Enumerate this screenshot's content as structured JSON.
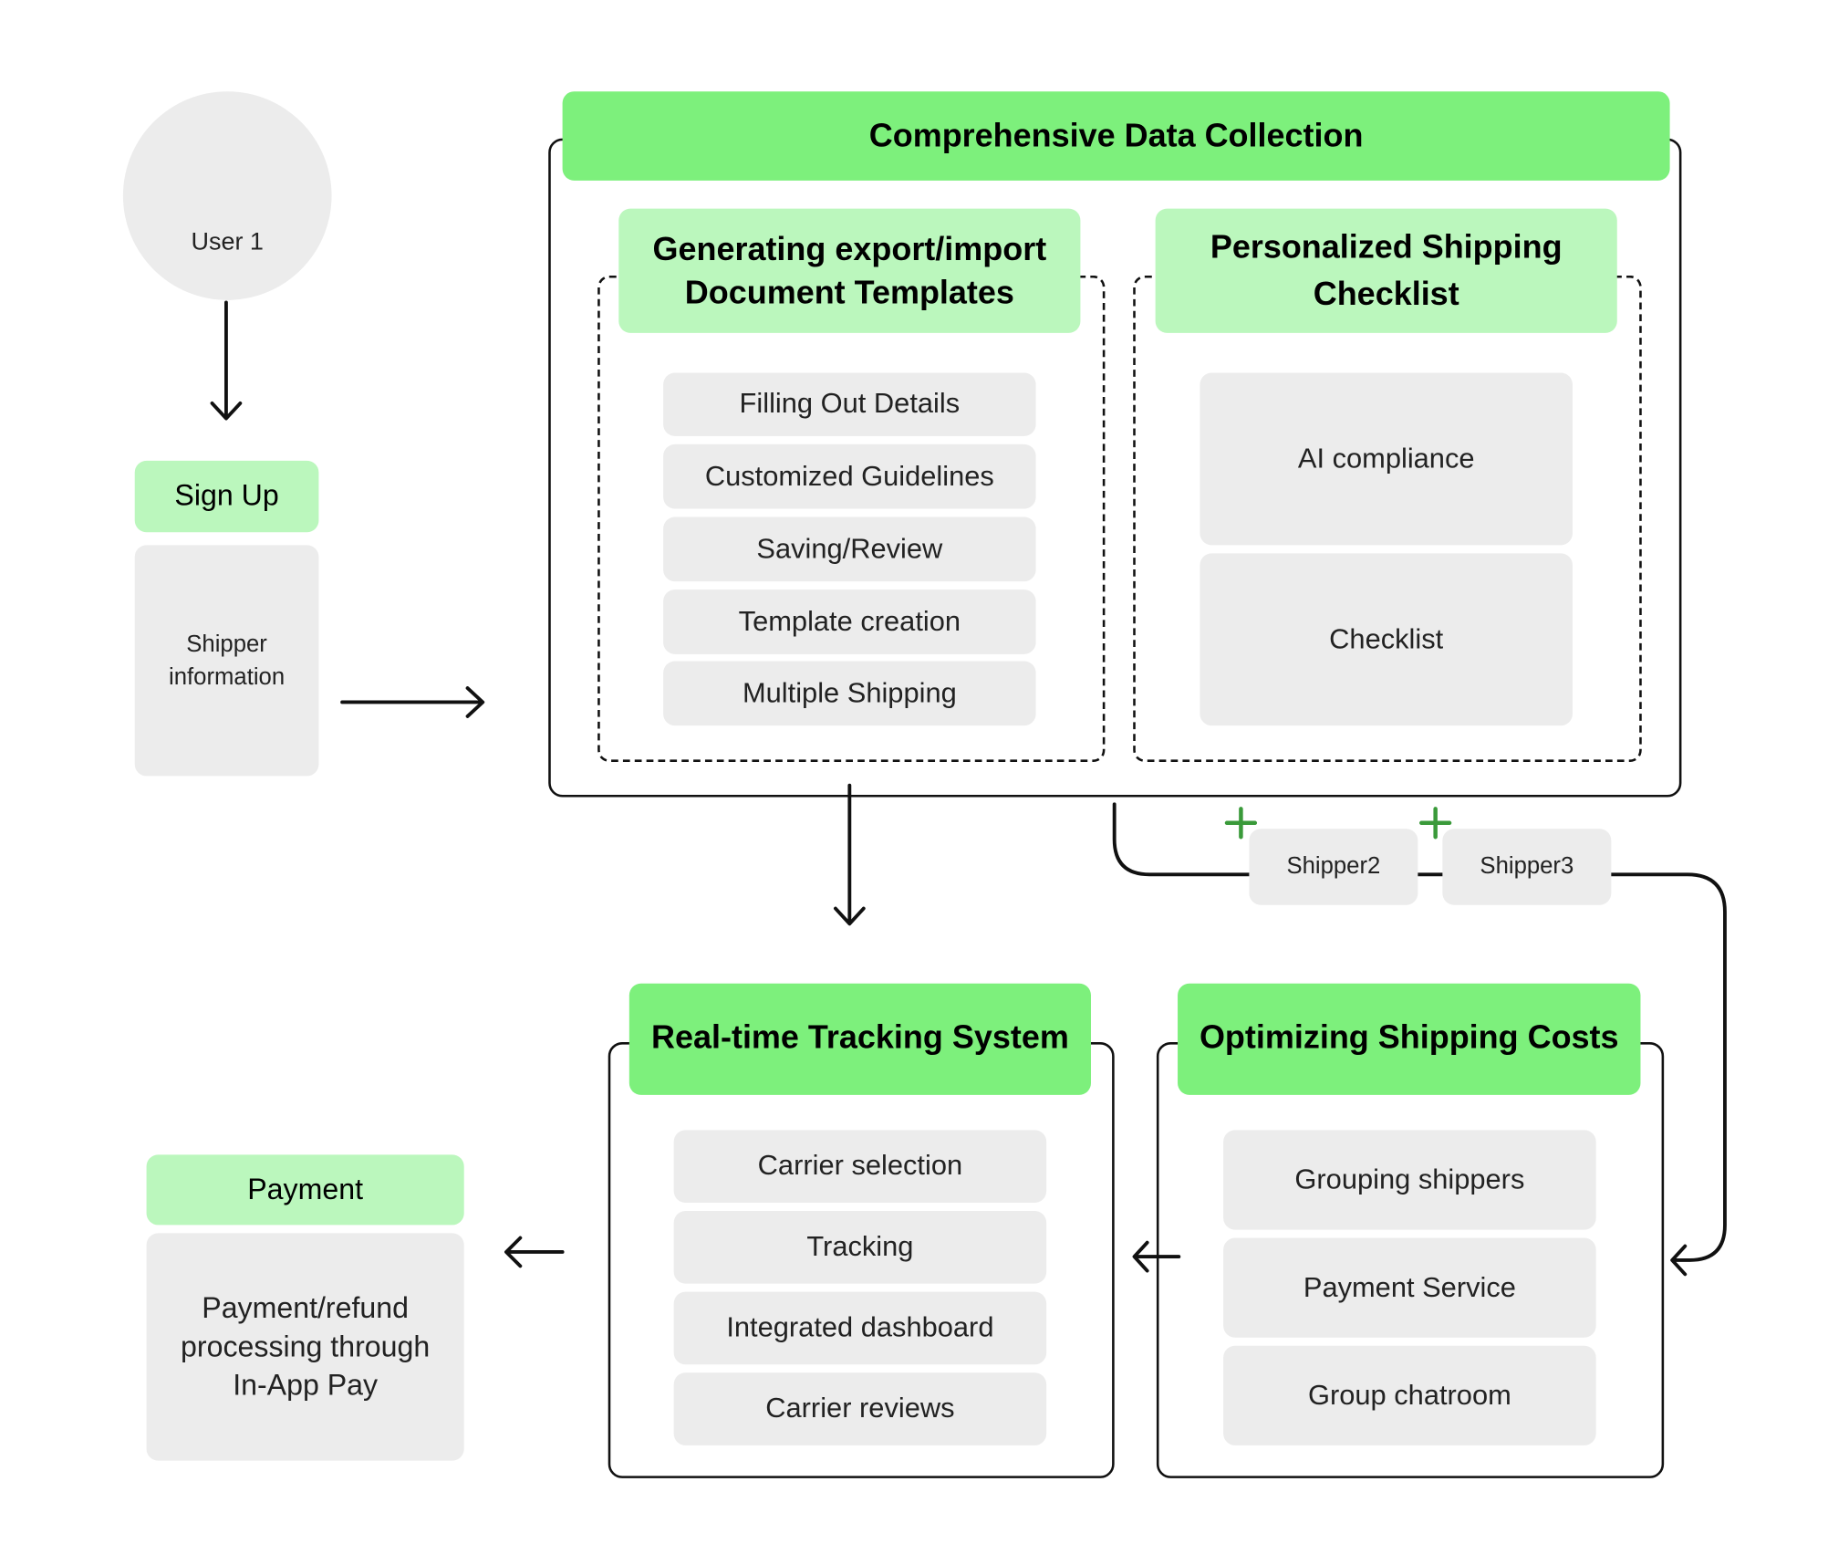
{
  "user": {
    "label": "User 1"
  },
  "signup": {
    "title": "Sign Up",
    "body": "Shipper information"
  },
  "data_collection": {
    "title": "Comprehensive Data Collection",
    "templates": {
      "title": "Generating export/import Document Templates",
      "items": [
        "Filling Out Details",
        "Customized Guidelines",
        "Saving/Review",
        "Template creation",
        "Multiple Shipping"
      ]
    },
    "checklist": {
      "title": "Personalized Shipping Checklist",
      "items": [
        "AI compliance",
        "Checklist"
      ]
    }
  },
  "shippers": {
    "items": [
      "Shipper2",
      "Shipper3"
    ],
    "add_icon": "plus-icon",
    "add_color": "#3a9a3a"
  },
  "tracking": {
    "title": "Real-time Tracking System",
    "items": [
      "Carrier selection",
      "Tracking",
      "Integrated dashboard",
      "Carrier reviews"
    ]
  },
  "optimizing": {
    "title": "Optimizing Shipping Costs",
    "items": [
      "Grouping shippers",
      "Payment Service",
      "Group chatroom"
    ]
  },
  "payment": {
    "title": "Payment",
    "body": "Payment/refund processing through In-App Pay"
  },
  "colors": {
    "primary_green": "#7df07c",
    "light_green": "#bbf7bd",
    "card_grey": "#ececec",
    "line": "#111111"
  }
}
